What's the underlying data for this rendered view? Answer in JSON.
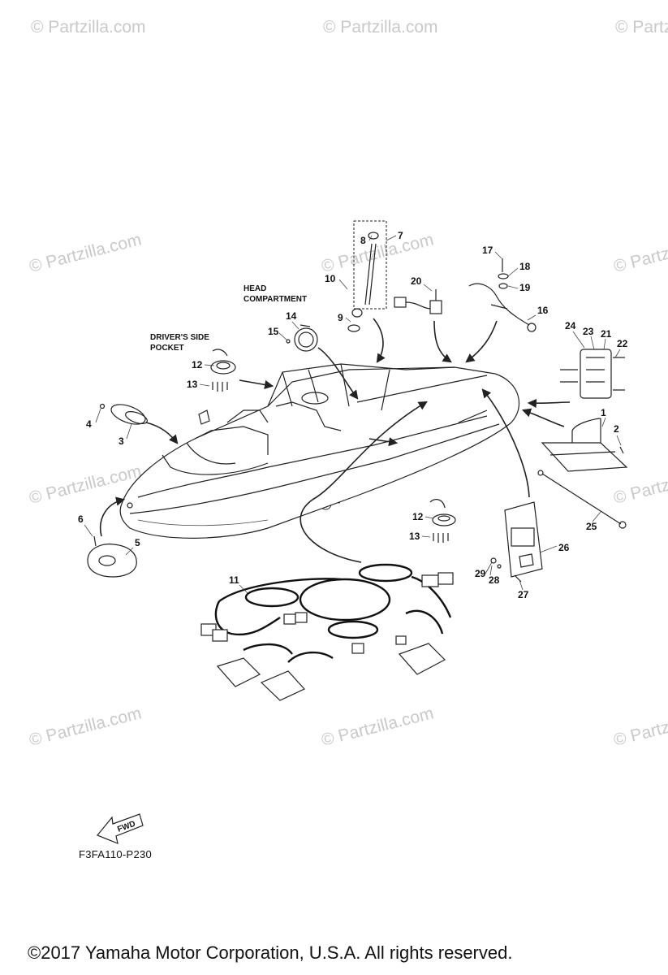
{
  "watermark": "© Partzilla.com",
  "labels": {
    "head_compartment_1": "HEAD",
    "head_compartment_2": "COMPARTMENT",
    "drivers_side_1": "DRIVER'S SIDE",
    "drivers_side_2": "POCKET",
    "fwd": "FWD"
  },
  "callouts": [
    "1",
    "2",
    "3",
    "4",
    "5",
    "6",
    "7",
    "8",
    "9",
    "10",
    "11",
    "12",
    "13",
    "14",
    "15",
    "16",
    "17",
    "18",
    "19",
    "20",
    "21",
    "22",
    "23",
    "24",
    "25",
    "26",
    "27",
    "28",
    "29",
    "12",
    "13"
  ],
  "diagram_code": "F3FA110-P230",
  "copyright": "©2017  Yamaha Motor Corporation, U.S.A. All rights reserved."
}
